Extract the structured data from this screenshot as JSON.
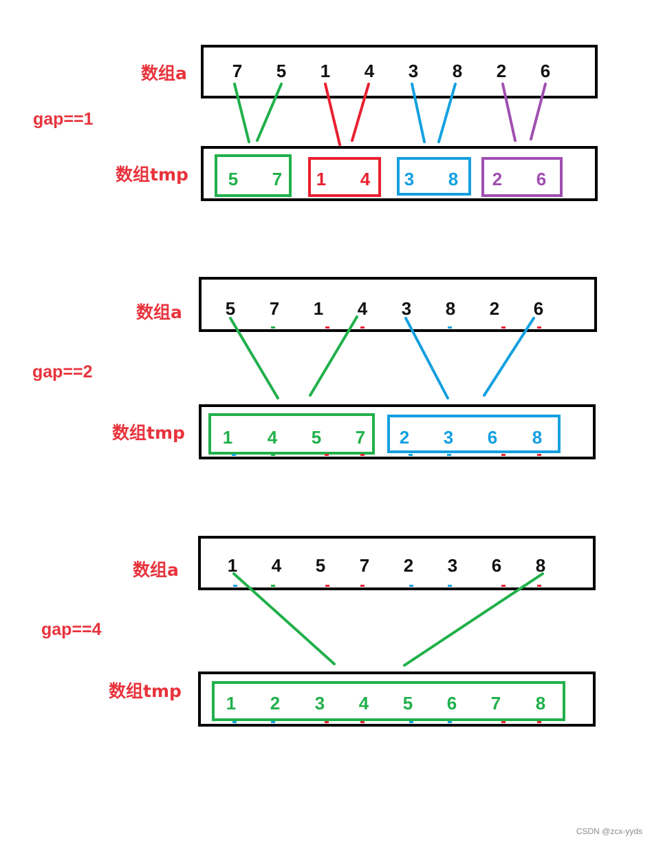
{
  "colors": {
    "label": "#e8333c",
    "black": "#111111",
    "green": "#21b04b",
    "red": "#e82030",
    "blue": "#14a0e0",
    "purple": "#a04fb0"
  },
  "stages": [
    {
      "gap_label": "gap==1",
      "a_label": "数组a",
      "tmp_label": "数组tmp",
      "a_values": [
        "7",
        "5",
        "1",
        "4",
        "3",
        "8",
        "2",
        "6"
      ],
      "groups": [
        {
          "color": "green",
          "values": [
            "5",
            "7"
          ]
        },
        {
          "color": "red",
          "values": [
            "1",
            "4"
          ]
        },
        {
          "color": "blue",
          "values": [
            "3",
            "8"
          ]
        },
        {
          "color": "purple",
          "values": [
            "2",
            "6"
          ]
        }
      ]
    },
    {
      "gap_label": "gap==2",
      "a_label": "数组a",
      "tmp_label": "数组tmp",
      "a_values": [
        "5",
        "7",
        "1",
        "4",
        "3",
        "8",
        "2",
        "6"
      ],
      "groups": [
        {
          "color": "green",
          "values": [
            "1",
            "4",
            "5",
            "7"
          ]
        },
        {
          "color": "blue",
          "values": [
            "2",
            "3",
            "6",
            "8"
          ]
        }
      ]
    },
    {
      "gap_label": "gap==4",
      "a_label": "数组a",
      "tmp_label": "数组tmp",
      "a_values": [
        "1",
        "4",
        "5",
        "7",
        "2",
        "3",
        "6",
        "8"
      ],
      "groups": [
        {
          "color": "green",
          "values": [
            "1",
            "2",
            "3",
            "4",
            "5",
            "6",
            "7",
            "8"
          ]
        }
      ]
    }
  ],
  "watermark": "CSDN @zcx-yyds"
}
